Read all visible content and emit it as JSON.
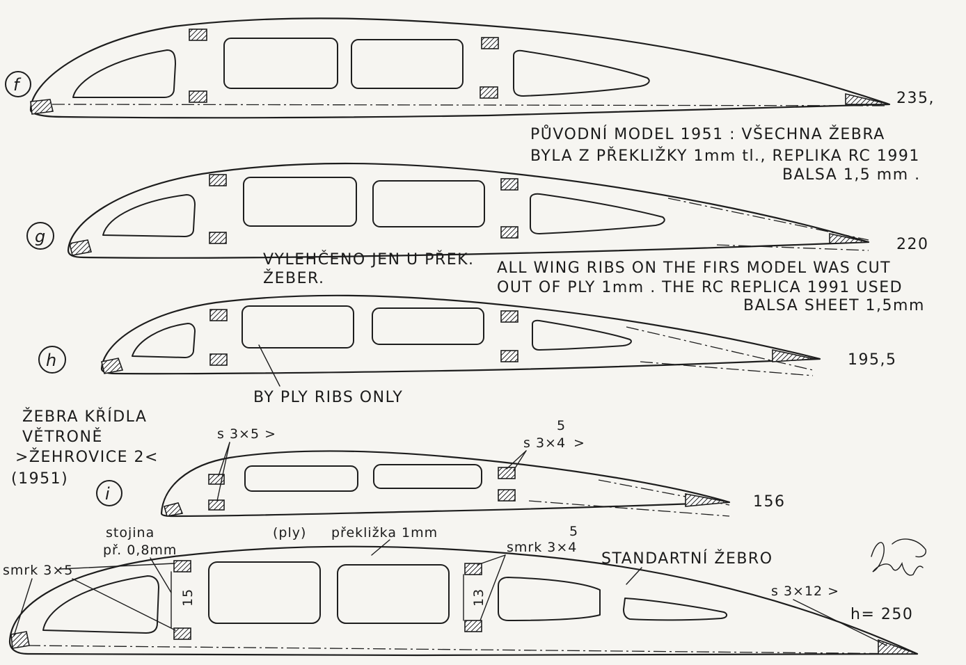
{
  "ribs": {
    "f": {
      "tag": "f",
      "length": "235,"
    },
    "g": {
      "tag": "g",
      "length": "220"
    },
    "h": {
      "tag": "h",
      "length": "195,5"
    },
    "i": {
      "tag": "i",
      "length": "156",
      "spar_front": "s 3×5 >",
      "spar_rear": "s 3×4",
      "spar_rear_sup": "5",
      "spar_rear_tail": ">"
    },
    "standard": {
      "title": "STANDARTNÍ ŽEBRO",
      "height": "h= 250",
      "trailing": "s 3×12 >",
      "front_spar": "smrk 3×5",
      "web_label_1": "stojina",
      "web_label_2": "př. 0,8mm",
      "ply": "(ply)",
      "ply_label": "překližka 1mm",
      "rear_spar": "smrk 3×4",
      "rear_spar_sup": "5",
      "dim_front": "15",
      "dim_rear": "13"
    }
  },
  "notes": {
    "czech": [
      "PŮVODNÍ MODEL 1951 : VŠECHNA ŽEBRA",
      "BYLA Z PŘEKLIŽKY 1mm tl., REPLIKA RC 1991",
      "BALSA 1,5 mm ."
    ],
    "czech_cutout": [
      "VYLEHČENO JEN U PŘEK.",
      "ŽEBER."
    ],
    "english": [
      "ALL WING RIBS ON THE FIRS MODEL WAS CUT",
      "OUT OF PLY 1mm . THE RC REPLICA 1991 USED",
      "BALSA SHEET 1,5mm"
    ],
    "english_cutout": "BY PLY RIBS ONLY"
  },
  "title": [
    "ŽEBRA KŘÍDLA",
    "VĚTRONĚ",
    ">ŽEHROVICE 2<",
    "(1951)"
  ],
  "signature": "Dleijna"
}
